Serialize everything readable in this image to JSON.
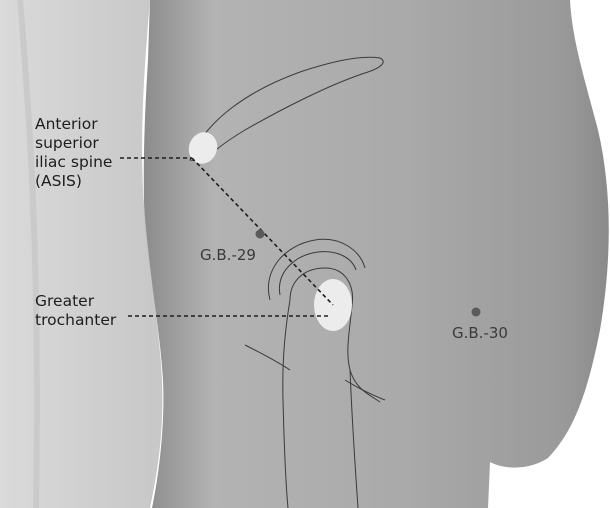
{
  "labels": {
    "asis": "Anterior\nsuperior\niliac spine\n(ASIS)",
    "greater_trochanter": "Greater\ntrochanter"
  },
  "points": {
    "gb29": "G.B.-29",
    "gb30": "G.B.-30"
  },
  "colors": {
    "skin": "#a9a9a9",
    "skin_dark": "#8f8f8f",
    "background": "#ffffff",
    "landmark": "#ececec",
    "point": "#5a5a5a",
    "outline": "#3a3a3a"
  }
}
